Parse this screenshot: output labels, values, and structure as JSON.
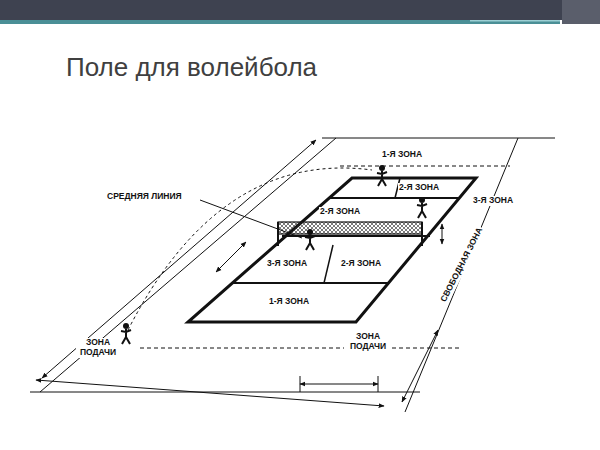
{
  "diagram": {
    "title": "Поле для волейбола",
    "labels": [
      "1-Я ЗОНА",
      "2-Я ЗОНА",
      "2-Я ЗОНА",
      "3-Я ЗОНА",
      "СРЕДНЯЯ ЛИНИЯ",
      "3-Я ЗОНА",
      "2-Я ЗОНА",
      "1-Я ЗОНА",
      "СВОБОДНАЯ ЗОНА",
      "ЗОНА ПОДАЧИ",
      "ЗОНА ПОДАЧИ"
    ]
  }
}
